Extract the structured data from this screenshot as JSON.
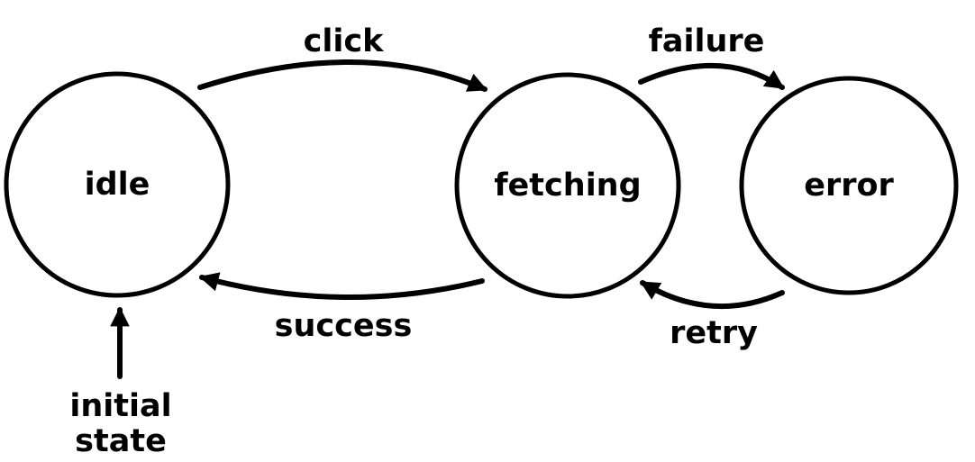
{
  "states": {
    "idle": {
      "label": "idle"
    },
    "fetching": {
      "label": "fetching"
    },
    "error": {
      "label": "error"
    }
  },
  "transitions": {
    "click": {
      "label": "click"
    },
    "success": {
      "label": "success"
    },
    "failure": {
      "label": "failure"
    },
    "retry": {
      "label": "retry"
    }
  },
  "initial": {
    "line1": "initial",
    "line2": "state"
  },
  "colors": {
    "stroke": "#000000",
    "background": "#ffffff"
  }
}
